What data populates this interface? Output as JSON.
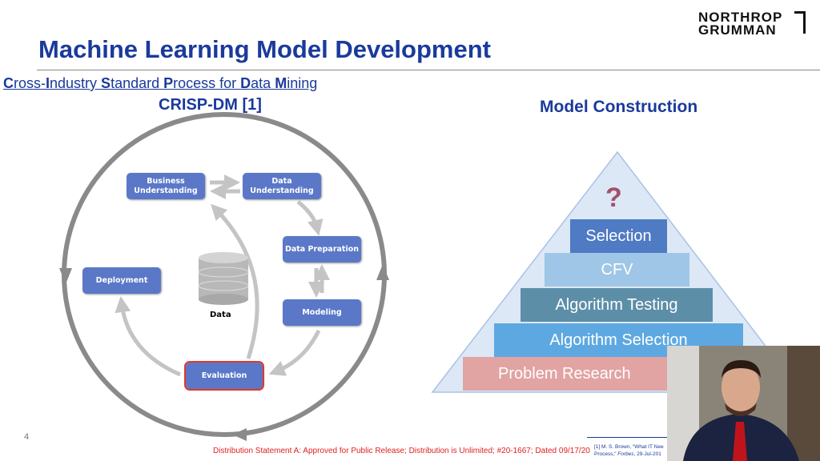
{
  "logo": {
    "line1": "NORTHROP",
    "line2": "GRUMMAN"
  },
  "title": "Machine Learning Model Development",
  "subtitle": {
    "parts": [
      [
        "C",
        "ross-"
      ],
      [
        "I",
        "ndustry "
      ],
      [
        "S",
        "tandard "
      ],
      [
        "P",
        "rocess for "
      ],
      [
        "D",
        "ata "
      ],
      [
        "M",
        "ining"
      ]
    ]
  },
  "subtitle_text": "Cross-Industry Standard Process for Data Mining",
  "crisp_title": "CRISP-DM [1]",
  "crisp": {
    "business": "Business Understanding",
    "data_understanding": "Data Understanding",
    "data_preparation": "Data Preparation",
    "modeling": "Modeling",
    "evaluation": "Evaluation",
    "deployment": "Deployment",
    "data": "Data"
  },
  "model_title": "Model Construction",
  "pyramid": {
    "top": "?",
    "layers": [
      "Selection",
      "CFV",
      "Algorithm Testing",
      "Algorithm Selection",
      "Problem Research"
    ]
  },
  "colors": {
    "title": "#1a3a9c",
    "box": "#5b78c8",
    "highlight": "#e0392b"
  },
  "page_number": "4",
  "distribution": "Distribution Statement A: Approved for Public Release; Distribution is Unlimited; #20-1667; Dated 09/17/20",
  "reference": {
    "line1": "[1] M. S. Brown, “What IT Nee",
    "line2a": "Process,” ",
    "line2b": "Forbes",
    "line2c": ", 29-Jul-201"
  }
}
